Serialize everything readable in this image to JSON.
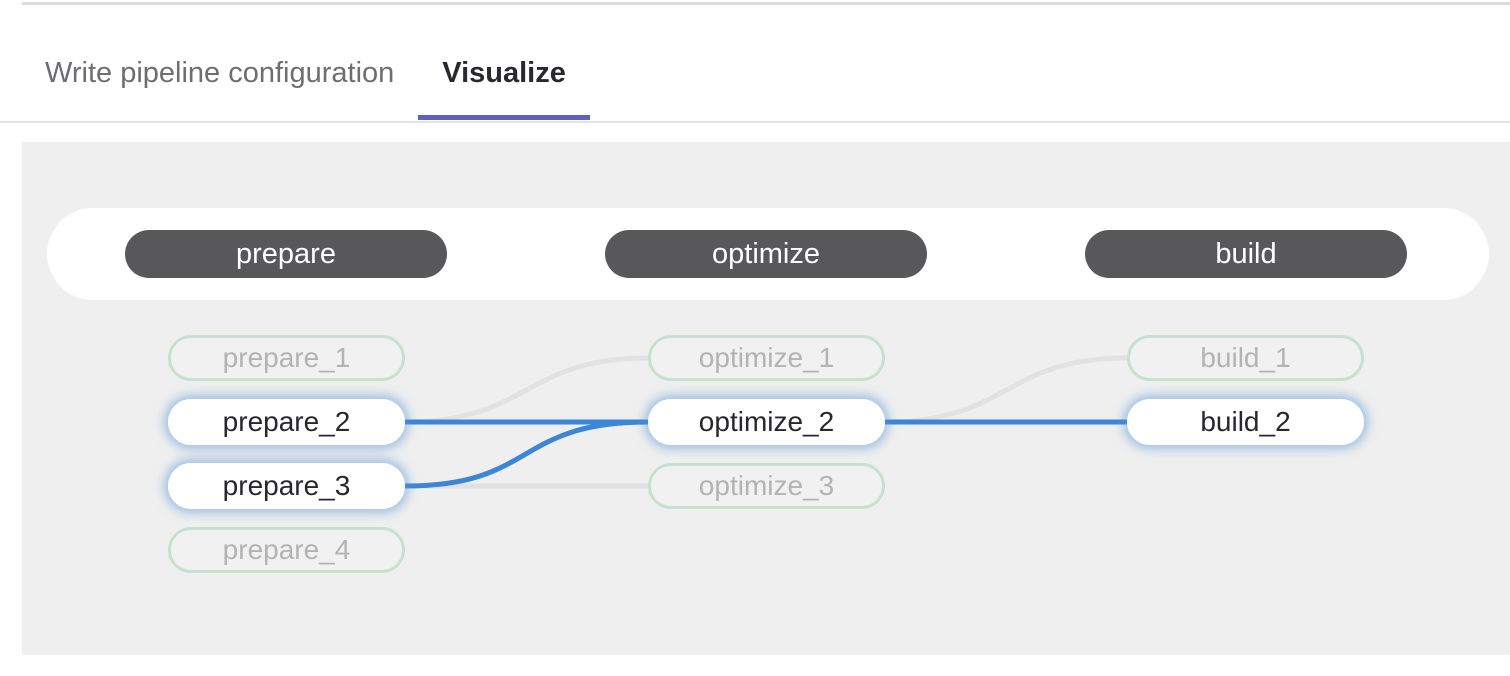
{
  "tabs": {
    "write": "Write pipeline configuration",
    "visualize": "Visualize"
  },
  "pipeline": {
    "stages": [
      {
        "name": "prepare",
        "jobs": [
          {
            "name": "prepare_1",
            "highlighted": false
          },
          {
            "name": "prepare_2",
            "highlighted": true
          },
          {
            "name": "prepare_3",
            "highlighted": true
          },
          {
            "name": "prepare_4",
            "highlighted": false
          }
        ]
      },
      {
        "name": "optimize",
        "jobs": [
          {
            "name": "optimize_1",
            "highlighted": false
          },
          {
            "name": "optimize_2",
            "highlighted": true
          },
          {
            "name": "optimize_3",
            "highlighted": false
          }
        ]
      },
      {
        "name": "build",
        "jobs": [
          {
            "name": "build_1",
            "highlighted": false
          },
          {
            "name": "build_2",
            "highlighted": true
          }
        ]
      }
    ],
    "edges": [
      {
        "from": "prepare_2",
        "to": "optimize_1",
        "highlighted": false
      },
      {
        "from": "prepare_2",
        "to": "optimize_2",
        "highlighted": true
      },
      {
        "from": "prepare_3",
        "to": "optimize_2",
        "highlighted": true
      },
      {
        "from": "prepare_3",
        "to": "optimize_3",
        "highlighted": false
      },
      {
        "from": "optimize_2",
        "to": "build_1",
        "highlighted": false
      },
      {
        "from": "optimize_2",
        "to": "build_2",
        "highlighted": true
      }
    ]
  },
  "colors": {
    "tab_accent": "#6060c0",
    "edge_highlight": "#3b86d6",
    "edge_dimmed": "#e2e2e2",
    "node_dimmed_border": "#c6e1ce",
    "node_glow": "rgba(80,147,216,0.5)",
    "stage_pill_bg": "#58585b",
    "canvas_bg": "#efefef"
  }
}
